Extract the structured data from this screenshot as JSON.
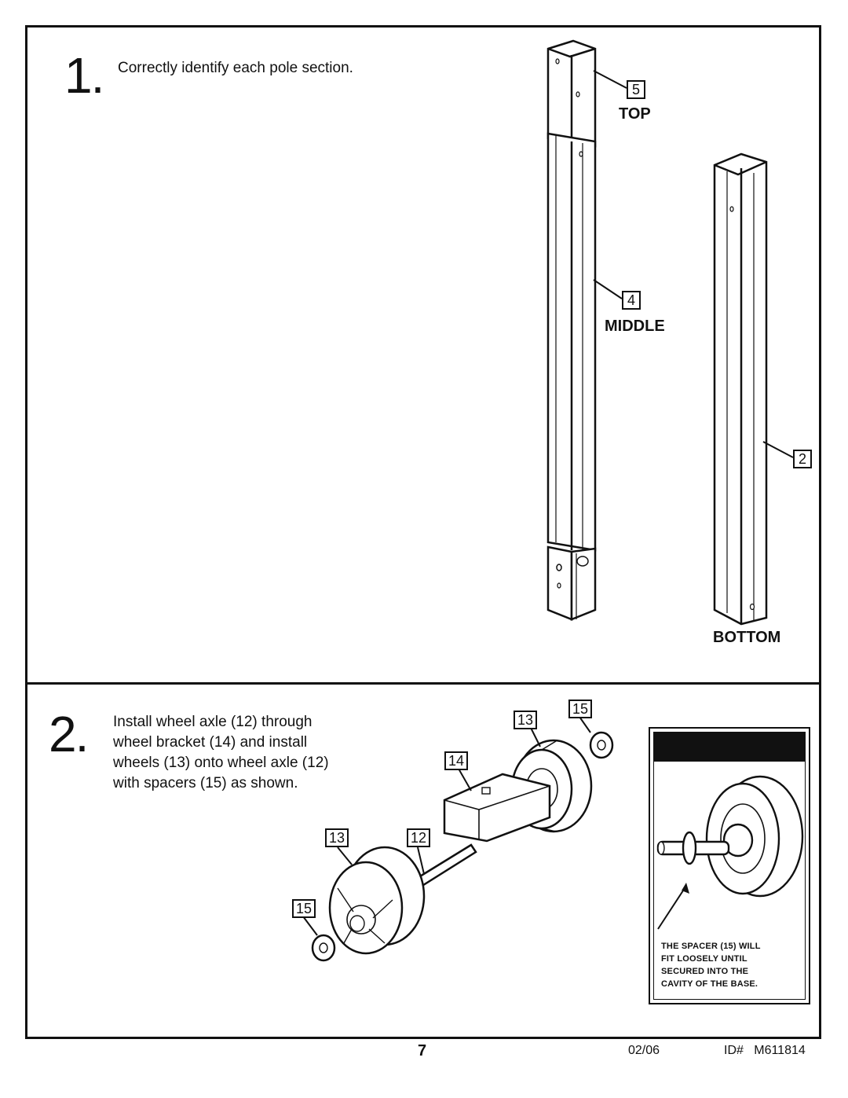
{
  "step1": {
    "number": "1.",
    "instruction": "Correctly identify each pole section."
  },
  "poles": {
    "top": {
      "callout": "5",
      "label": "TOP"
    },
    "middle": {
      "callout": "4",
      "label": "MIDDLE"
    },
    "bottom": {
      "callout": "2",
      "label": "BOTTOM"
    }
  },
  "step2": {
    "number": "2.",
    "instruction_lines": [
      "Install wheel axle (12) through",
      "wheel bracket (14) and install",
      "wheels (13) onto wheel axle (12)",
      "with spacers (15) as shown."
    ]
  },
  "wheel_callouts": {
    "wheel_right": "13",
    "spacer_right": "15",
    "bracket": "14",
    "wheel_left": "13",
    "axle": "12",
    "spacer_left": "15"
  },
  "note": {
    "lines": [
      "THE SPACER (15) WILL",
      "FIT LOOSELY UNTIL",
      "SECURED INTO THE",
      "CAVITY OF THE BASE."
    ]
  },
  "footer": {
    "page_number": "7",
    "date": "02/06",
    "id": "ID#   M611814"
  }
}
